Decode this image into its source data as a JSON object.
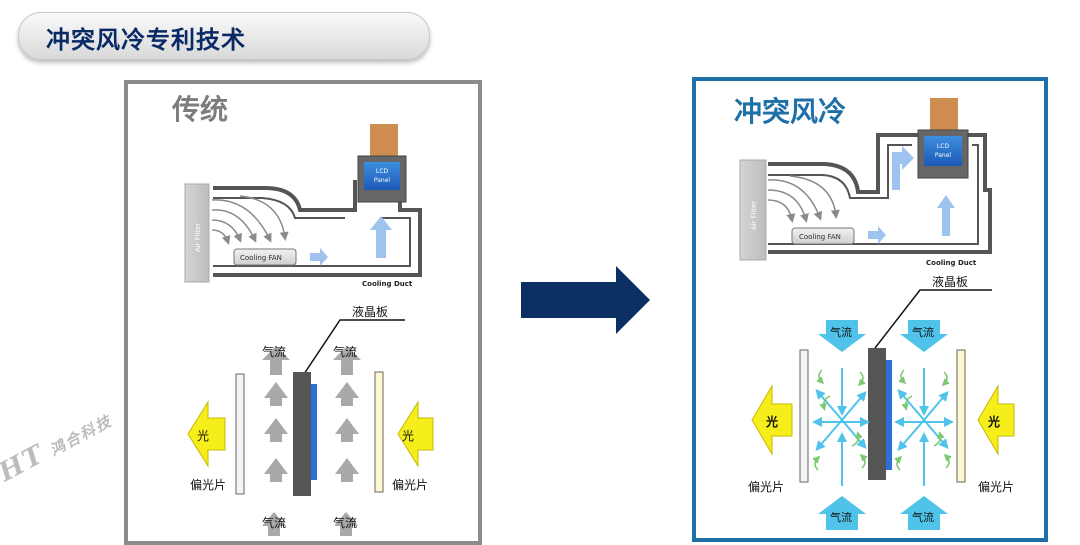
{
  "header": {
    "title": "冲突风冷专利技术"
  },
  "left_panel": {
    "title": "传统",
    "air_filter": "Air Filter",
    "cooling_fan": "Cooling FAN",
    "lcd_panel_line1": "LCD",
    "lcd_panel_line2": "Panel",
    "cooling_duct": "Cooling Duct",
    "lc_board": "液晶板",
    "airflow": "气流",
    "light": "光",
    "polarizer": "偏光片"
  },
  "right_panel": {
    "title": "冲突风冷",
    "air_filter": "Air Filter",
    "cooling_fan": "Cooling FAN",
    "lcd_panel_line1": "LCD",
    "lcd_panel_line2": "Panel",
    "cooling_duct": "Cooling Duct",
    "lc_board": "液晶板",
    "airflow": "气流",
    "light": "光",
    "polarizer": "偏光片"
  },
  "watermark": {
    "mark": "HT",
    "text": "鸿合科技"
  },
  "colors": {
    "title_text": "#0a2a66",
    "arrow_navy": "#0b2f63",
    "right_border": "#1f6fa8",
    "left_border": "#8b8b8b",
    "light_yellow": "#f5ee1a",
    "air_blue": "#4fc3ea",
    "swirl_green": "#7bc96f"
  }
}
